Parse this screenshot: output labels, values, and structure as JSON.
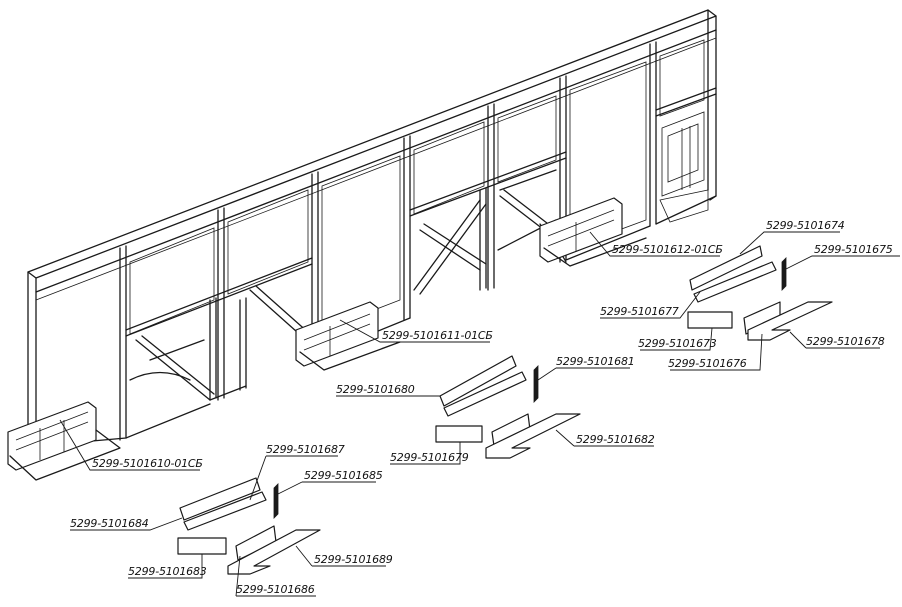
{
  "labels": {
    "unit1": "5299-5101610-01СБ",
    "unit2": "5299-5101611-01СБ",
    "unit3": "5299-5101612-01СБ",
    "p5101673": "5299-5101673",
    "p5101674": "5299-5101674",
    "p5101675": "5299-5101675",
    "p5101676": "5299-5101676",
    "p5101677": "5299-5101677",
    "p5101678": "5299-5101678",
    "p5101679": "5299-5101679",
    "p5101680": "5299-5101680",
    "p5101681": "5299-5101681",
    "p5101682": "5299-5101682",
    "p5101683": "5299-5101683",
    "p5101684": "5299-5101684",
    "p5101685": "5299-5101685",
    "p5101686": "5299-5101686",
    "p5101687": "5299-5101687",
    "p5101689": "5299-5101689"
  }
}
